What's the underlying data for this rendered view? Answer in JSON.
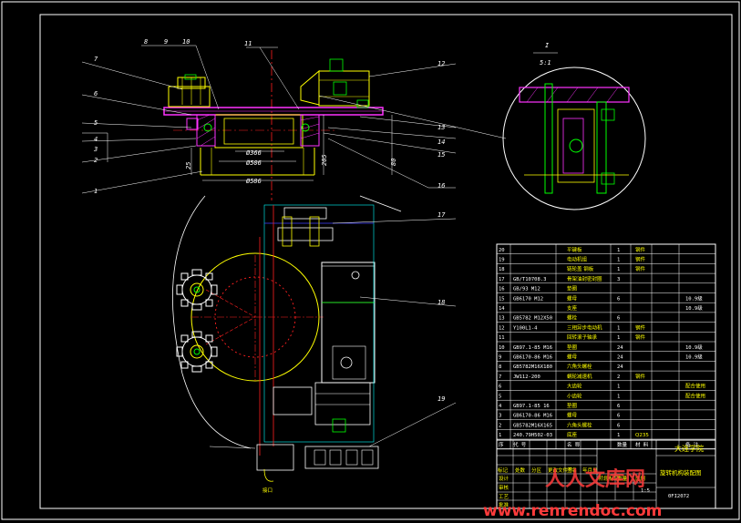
{
  "colors": {
    "background": "#000000",
    "frame": "#ffffff",
    "outline": "#ffff00",
    "detail": "#00ff00",
    "magenta": "#ff33ff",
    "red": "#ff2020",
    "cyan": "#00ffff",
    "blue": "#4040ff",
    "watermark": "#ff3b3b"
  },
  "balloons": [
    "1",
    "2",
    "3",
    "4",
    "5",
    "6",
    "7",
    "8",
    "9",
    "10",
    "11",
    "12",
    "13",
    "14",
    "15",
    "16",
    "17",
    "18",
    "19"
  ],
  "dimensions": {
    "d366": "Ø366",
    "d506": "Ø506",
    "d586": "Ø586",
    "h25": "25",
    "h205": "205",
    "h80": "80"
  },
  "detail_view": {
    "label": "I",
    "scale": "5:1"
  },
  "labels": {
    "bottom_note": "接口"
  },
  "bom": {
    "rows": [
      {
        "no": "20",
        "code": "",
        "name": "平键板",
        "qty": "1",
        "mat": "钢件",
        "note": ""
      },
      {
        "no": "19",
        "code": "",
        "name": "电动机组",
        "qty": "1",
        "mat": "钢件",
        "note": ""
      },
      {
        "no": "18",
        "code": "",
        "name": "链轮盖 钢板",
        "qty": "1",
        "mat": "钢件",
        "note": ""
      },
      {
        "no": "17",
        "code": "GB/T10708.3",
        "name": "骨架油封密封圈",
        "qty": "3",
        "mat": "",
        "note": ""
      },
      {
        "no": "16",
        "code": "GB/93 M12",
        "name": "垫圈",
        "qty": "",
        "mat": "",
        "note": ""
      },
      {
        "no": "15",
        "code": "GB6170 M12",
        "name": "螺母",
        "qty": "6",
        "mat": "",
        "note": "10.9级"
      },
      {
        "no": "14",
        "code": "",
        "name": "支座",
        "qty": "",
        "mat": "",
        "note": "10.9级"
      },
      {
        "no": "13",
        "code": "GB5782 M12X50",
        "name": "螺栓",
        "qty": "6",
        "mat": "",
        "note": ""
      },
      {
        "no": "12",
        "code": "Y100L1-4",
        "name": "三相异步电动机",
        "qty": "1",
        "mat": "钢件",
        "note": ""
      },
      {
        "no": "11",
        "code": "",
        "name": "回转滚子轴承",
        "qty": "1",
        "mat": "钢件",
        "note": ""
      },
      {
        "no": "10",
        "code": "GB97.1-85 M16",
        "name": "垫圈",
        "qty": "24",
        "mat": "",
        "note": "10.9级"
      },
      {
        "no": "9",
        "code": "GB6170-86 M16",
        "name": "螺母",
        "qty": "24",
        "mat": "",
        "note": "10.9级"
      },
      {
        "no": "8",
        "code": "GB5782M16X180",
        "name": "六角头螺栓",
        "qty": "24",
        "mat": "",
        "note": ""
      },
      {
        "no": "7",
        "code": "JW112-200",
        "name": "蜗轮减速机",
        "qty": "2",
        "mat": "钢件",
        "note": ""
      },
      {
        "no": "6",
        "code": "",
        "name": "大齿轮",
        "qty": "1",
        "mat": "",
        "note": "配合使用"
      },
      {
        "no": "5",
        "code": "",
        "name": "小齿轮",
        "qty": "1",
        "mat": "",
        "note": "配合使用"
      },
      {
        "no": "4",
        "code": "GB97.1-85 16",
        "name": "垫圈",
        "qty": "6",
        "mat": "",
        "note": ""
      },
      {
        "no": "3",
        "code": "GB6170-86 M16",
        "name": "螺母",
        "qty": "6",
        "mat": "",
        "note": ""
      },
      {
        "no": "2",
        "code": "GB5782M16X165",
        "name": "六角头螺栓",
        "qty": "6",
        "mat": "",
        "note": ""
      },
      {
        "no": "1",
        "code": "240.79H502-03",
        "name": "底座",
        "qty": "1",
        "mat": "Q235",
        "note": ""
      }
    ],
    "header": {
      "no": "序",
      "code": "代 号",
      "name": "名 称",
      "qty": "数量",
      "mat": "材 料",
      "note": "备 注"
    }
  },
  "title_block": {
    "school": "大连学院",
    "drawing_name": "旋转机构装配图",
    "drawing_no": "0FI2072",
    "rev_labels": [
      "标记",
      "处数",
      "分区",
      "更改文件号",
      "签名",
      "年月日"
    ],
    "role_labels": [
      "设计",
      "审核",
      "工艺",
      "批准"
    ],
    "stage_labels": [
      "阶段标记",
      "重量",
      "比例"
    ],
    "scale": "1:5"
  },
  "watermark": {
    "text_cn": "人人文库网",
    "text_url": "www.renrendoc.com"
  }
}
